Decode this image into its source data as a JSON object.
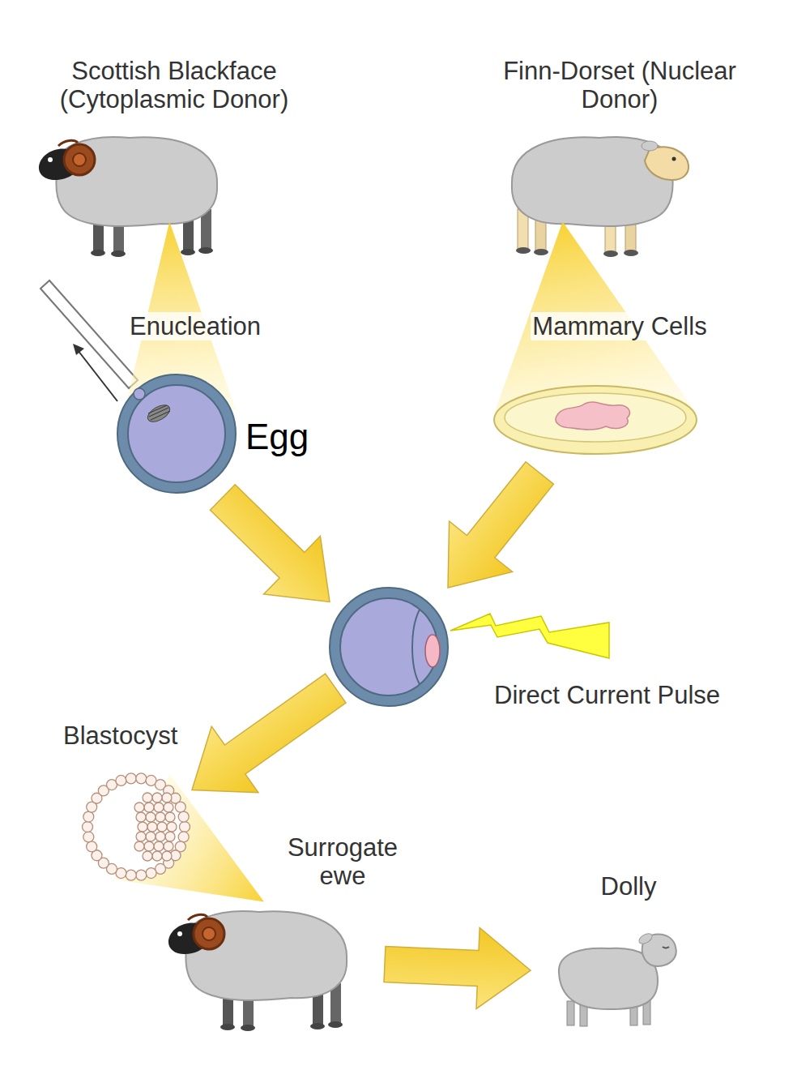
{
  "diagram": {
    "nodes": [
      {
        "text": [
          "Scottish Blackface (Cytoplasmic Donor)"
        ]
      },
      {
        "text": [
          "Finn-Dorset (Nuclear Donor)"
        ]
      },
      {
        "text": [
          "Egg"
        ]
      },
      {
        "text": [
          "Mammary Cells"
        ]
      },
      {
        "text": [
          "Direct Current Pulse"
        ]
      },
      {
        "text": [
          "Blastocyst"
        ]
      },
      {
        "text": [
          "Surrogate ewe"
        ]
      },
      {
        "text": [
          "Dolly"
        ]
      }
    ],
    "edges": [
      {
        "from": 0,
        "to": 2,
        "arrow": "none"
      },
      {
        "from": 1,
        "to": 3,
        "arrow": "none"
      },
      {
        "from": 2,
        "to": 4,
        "arrow": "to"
      },
      {
        "from": 3,
        "to": 4,
        "arrow": "to"
      },
      {
        "from": 4,
        "to": 5,
        "arrow": "to"
      },
      {
        "from": 5,
        "to": 6,
        "arrow": "none"
      },
      {
        "from": 6,
        "to": 7,
        "arrow": "to"
      }
    ],
    "labels": [
      "Enucleation"
    ]
  }
}
